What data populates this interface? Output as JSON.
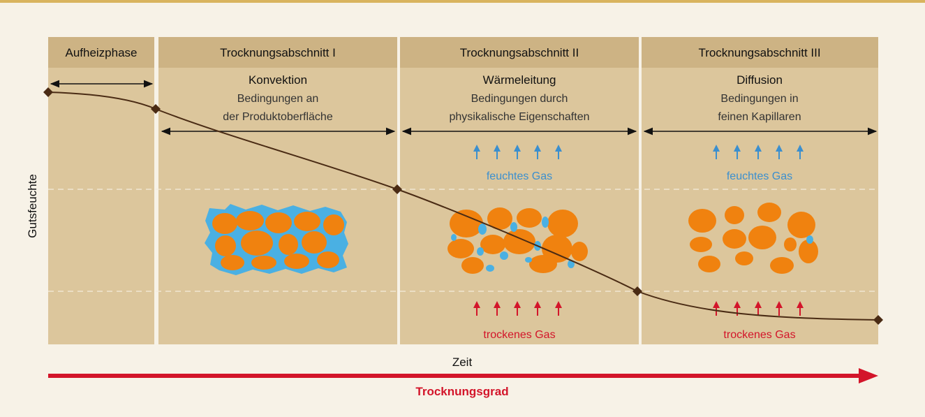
{
  "phases": [
    {
      "header": "Aufheizphase",
      "title": "",
      "sub1": "",
      "sub2": "",
      "gas_top": "",
      "gas_bottom": ""
    },
    {
      "header": "Trocknungsabschnitt I",
      "title": "Konvektion",
      "sub1": "Bedingungen an",
      "sub2": "der Produktoberfläche",
      "gas_top": "",
      "gas_bottom": ""
    },
    {
      "header": "Trocknungsabschnitt II",
      "title": "Wärmeleitung",
      "sub1": "Bedingungen durch",
      "sub2": "physikalische Eigenschaften",
      "gas_top": "feuchtes Gas",
      "gas_bottom": "trockenes Gas"
    },
    {
      "header": "Trocknungsabschnitt III",
      "title": "Diffusion",
      "sub1": "Bedingungen in",
      "sub2": "feinen Kapillaren",
      "gas_top": "feuchtes Gas",
      "gas_bottom": "trockenes Gas"
    }
  ],
  "axes": {
    "y_label": "Gutsfeuchte",
    "x_label": "Zeit",
    "progress_label": "Trocknungsgrad"
  },
  "colors": {
    "background": "#f7f2e7",
    "panel": "#dcc69c",
    "header": "#cdb384",
    "curve": "#4a2b14",
    "particle": "#f0820f",
    "water": "#4ab0e3",
    "moist_gas": "#3b8fce",
    "dry_gas": "#d3152a",
    "accent_rule": "#d9b45e"
  },
  "icons": {
    "moist_gas_arrows": "arrow-up-icon",
    "dry_gas_arrows": "arrow-up-icon",
    "curve_points": "diamond-marker-icon"
  }
}
